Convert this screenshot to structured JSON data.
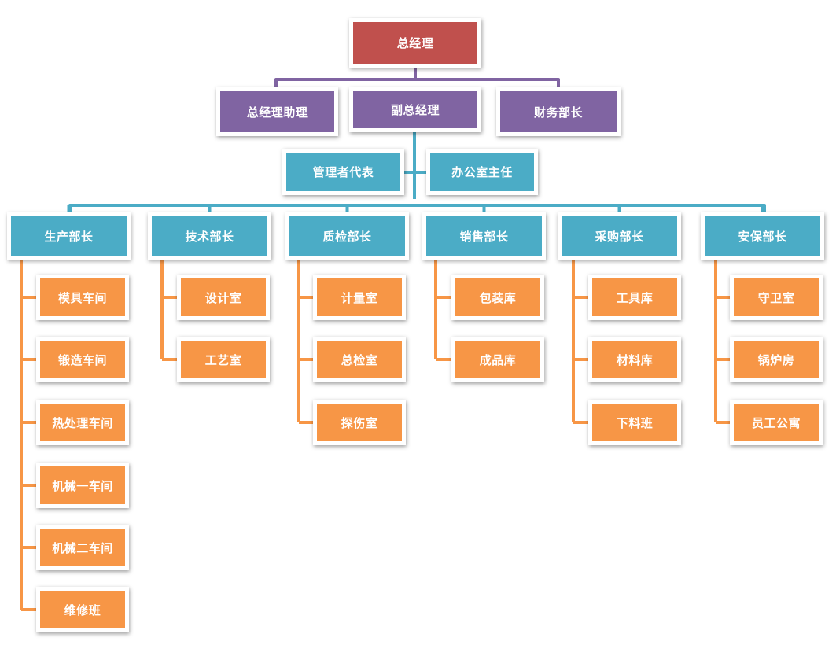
{
  "colors": {
    "root": "#c0504d",
    "level1": "#8064a2",
    "level2": "#4bacc6",
    "unit": "#f79646",
    "line_purple": "#8064a2",
    "line_blue": "#4bacc6",
    "line_orange": "#f79646"
  },
  "root": {
    "label": "总经理"
  },
  "level1": [
    {
      "label": "总经理助理"
    },
    {
      "label": "副总经理"
    },
    {
      "label": "财务部长"
    }
  ],
  "staff": [
    {
      "label": "管理者代表"
    },
    {
      "label": "办公室主任"
    }
  ],
  "departments": [
    {
      "label": "生产部长",
      "units": [
        "模具车间",
        "锻造车间",
        "热处理车间",
        "机械一车间",
        "机械二车间",
        "维修班"
      ]
    },
    {
      "label": "技术部长",
      "units": [
        "设计室",
        "工艺室"
      ]
    },
    {
      "label": "质检部长",
      "units": [
        "计量室",
        "总检室",
        "探伤室"
      ]
    },
    {
      "label": "销售部长",
      "units": [
        "包装库",
        "成品库"
      ]
    },
    {
      "label": "采购部长",
      "units": [
        "工具库",
        "材料库",
        "下料班"
      ]
    },
    {
      "label": "安保部长",
      "units": [
        "守卫室",
        "锅炉房",
        "员工公寓"
      ]
    }
  ]
}
